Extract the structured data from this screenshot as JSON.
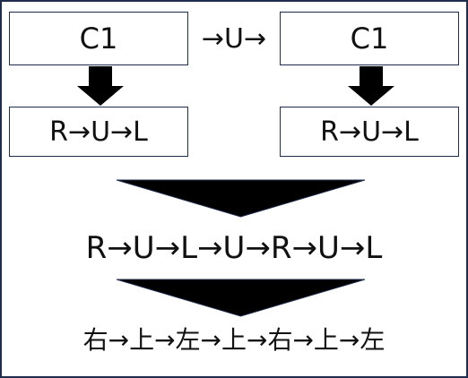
{
  "boxes": {
    "c1_left": "C1",
    "c1_right": "C1",
    "seq_left": "R→U→L",
    "seq_right": "R→U→L"
  },
  "connector": "→U→",
  "combined_sequence": "R→U→L→U→R→U→L",
  "kanji_sequence": "右→上→左→上→右→上→左",
  "colors": {
    "border": "#1f2d4d",
    "arrow_fill": "#000000",
    "text": "#111111"
  }
}
